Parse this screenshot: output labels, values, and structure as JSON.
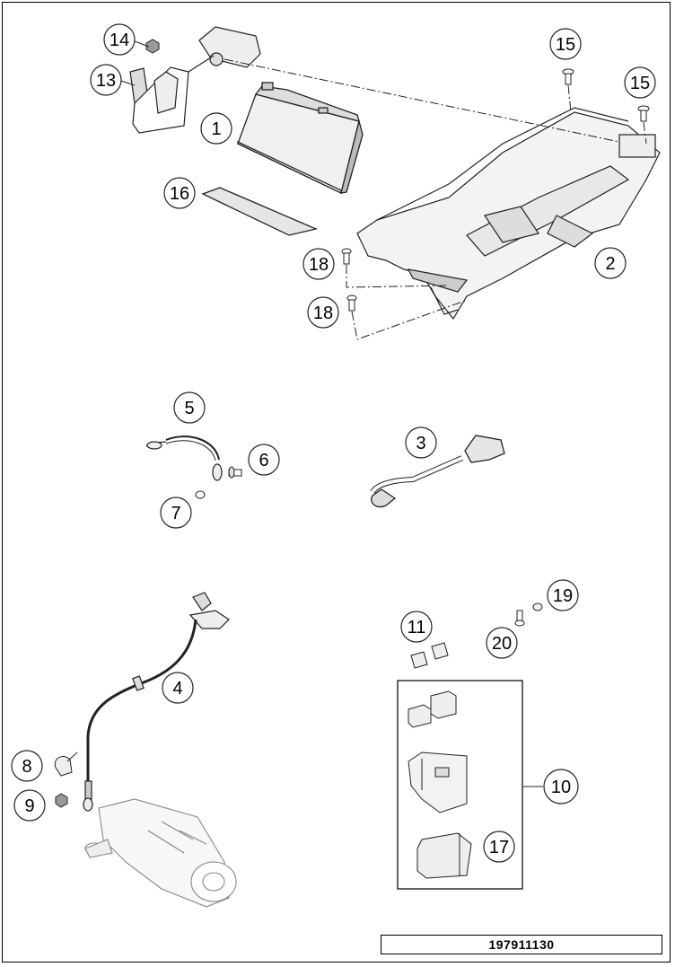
{
  "drawing_code": "197911130",
  "callouts": [
    {
      "id": "c1",
      "label": "1"
    },
    {
      "id": "c2",
      "label": "2"
    },
    {
      "id": "c3",
      "label": "3"
    },
    {
      "id": "c4",
      "label": "4"
    },
    {
      "id": "c5",
      "label": "5"
    },
    {
      "id": "c6",
      "label": "6"
    },
    {
      "id": "c7",
      "label": "7"
    },
    {
      "id": "c8",
      "label": "8"
    },
    {
      "id": "c9",
      "label": "9"
    },
    {
      "id": "c10",
      "label": "10"
    },
    {
      "id": "c11",
      "label": "11"
    },
    {
      "id": "c13",
      "label": "13"
    },
    {
      "id": "c14",
      "label": "14"
    },
    {
      "id": "c15a",
      "label": "15"
    },
    {
      "id": "c15b",
      "label": "15"
    },
    {
      "id": "c16",
      "label": "16"
    },
    {
      "id": "c17",
      "label": "17"
    },
    {
      "id": "c18a",
      "label": "18"
    },
    {
      "id": "c18b",
      "label": "18"
    },
    {
      "id": "c19",
      "label": "19"
    },
    {
      "id": "c20",
      "label": "20"
    }
  ]
}
